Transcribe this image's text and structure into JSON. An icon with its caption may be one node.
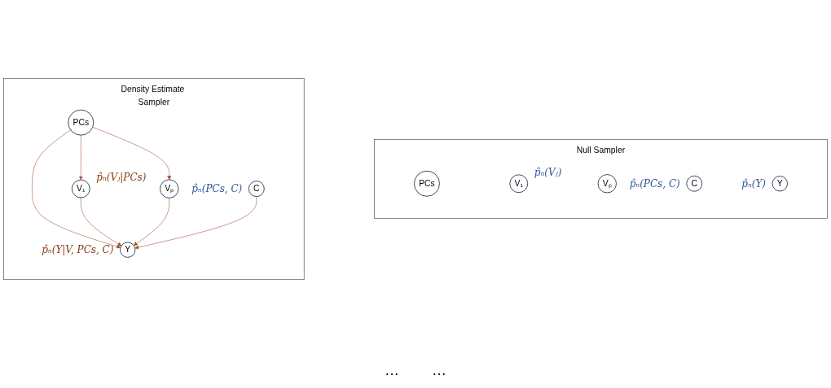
{
  "diagram": {
    "nodes": [
      {
        "text": [
          "Null Sampler"
        ]
      },
      {
        "text": [
          "PCs"
        ],
        "in": 0
      },
      {
        "text": [
          "V₁"
        ],
        "in": 0,
        "beside": [
          "p̂ₙ(Vⱼ)"
        ]
      },
      {
        "text": [
          "Vₚ"
        ],
        "in": 0
      },
      {
        "text": [
          "C"
        ],
        "in": 0,
        "beside": [
          "p̂ₙ(PCs, C)"
        ]
      },
      {
        "text": [
          "Y"
        ],
        "in": 0,
        "beside": [
          "p̂ₙ(Y)"
        ]
      },
      {
        "text": [
          "Density Estimate Sampler"
        ]
      },
      {
        "text": [
          "PCs"
        ],
        "in": 6
      },
      {
        "text": [
          "V₁"
        ],
        "in": 6,
        "beside": [
          "p̂ₙ(Vⱼ|PCs)"
        ]
      },
      {
        "text": [
          "Vₚ"
        ],
        "in": 6
      },
      {
        "text": [
          "C"
        ],
        "in": 6,
        "beside": [
          "p̂ₙ(PCs, C)"
        ]
      },
      {
        "text": [
          "Y"
        ],
        "in": 6,
        "beside": [
          "p̂ₙ(Y|V, PCs, C)"
        ]
      }
    ],
    "edges": [
      {
        "from": 7,
        "to": 8,
        "arrow": "to"
      },
      {
        "from": 7,
        "to": 9,
        "arrow": "to"
      },
      {
        "from": 7,
        "to": 11,
        "arrow": "to"
      },
      {
        "from": 8,
        "to": 11,
        "arrow": "to"
      },
      {
        "from": 9,
        "to": 11,
        "arrow": "to"
      },
      {
        "from": 10,
        "to": 11,
        "arrow": "to"
      }
    ],
    "labels": [
      "…",
      "…"
    ]
  }
}
